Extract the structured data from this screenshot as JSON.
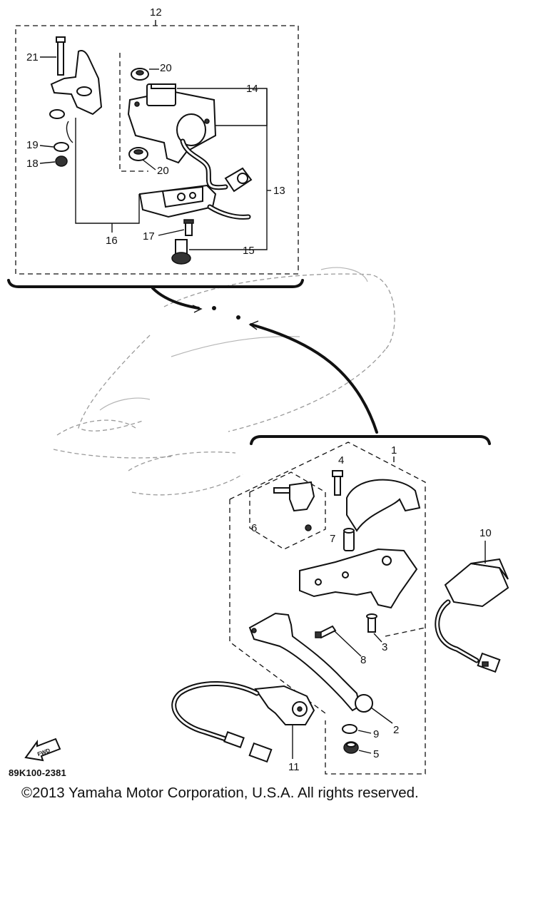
{
  "diagram": {
    "callouts": {
      "p1": "1",
      "p2": "2",
      "p3": "3",
      "p4": "4",
      "p5": "5",
      "p6": "6",
      "p7": "7",
      "p8": "8",
      "p9": "9",
      "p10": "10",
      "p11": "11",
      "p12": "12",
      "p13": "13",
      "p14": "14",
      "p15": "15",
      "p16": "16",
      "p17": "17",
      "p18": "18",
      "p19": "19",
      "p20a": "20",
      "p20b": "20",
      "p21": "21"
    },
    "fwd_label": "FWD",
    "code": "89K100-2381"
  },
  "footer": {
    "copyright": "©2013 Yamaha Motor Corporation, U.S.A. All rights reserved."
  }
}
